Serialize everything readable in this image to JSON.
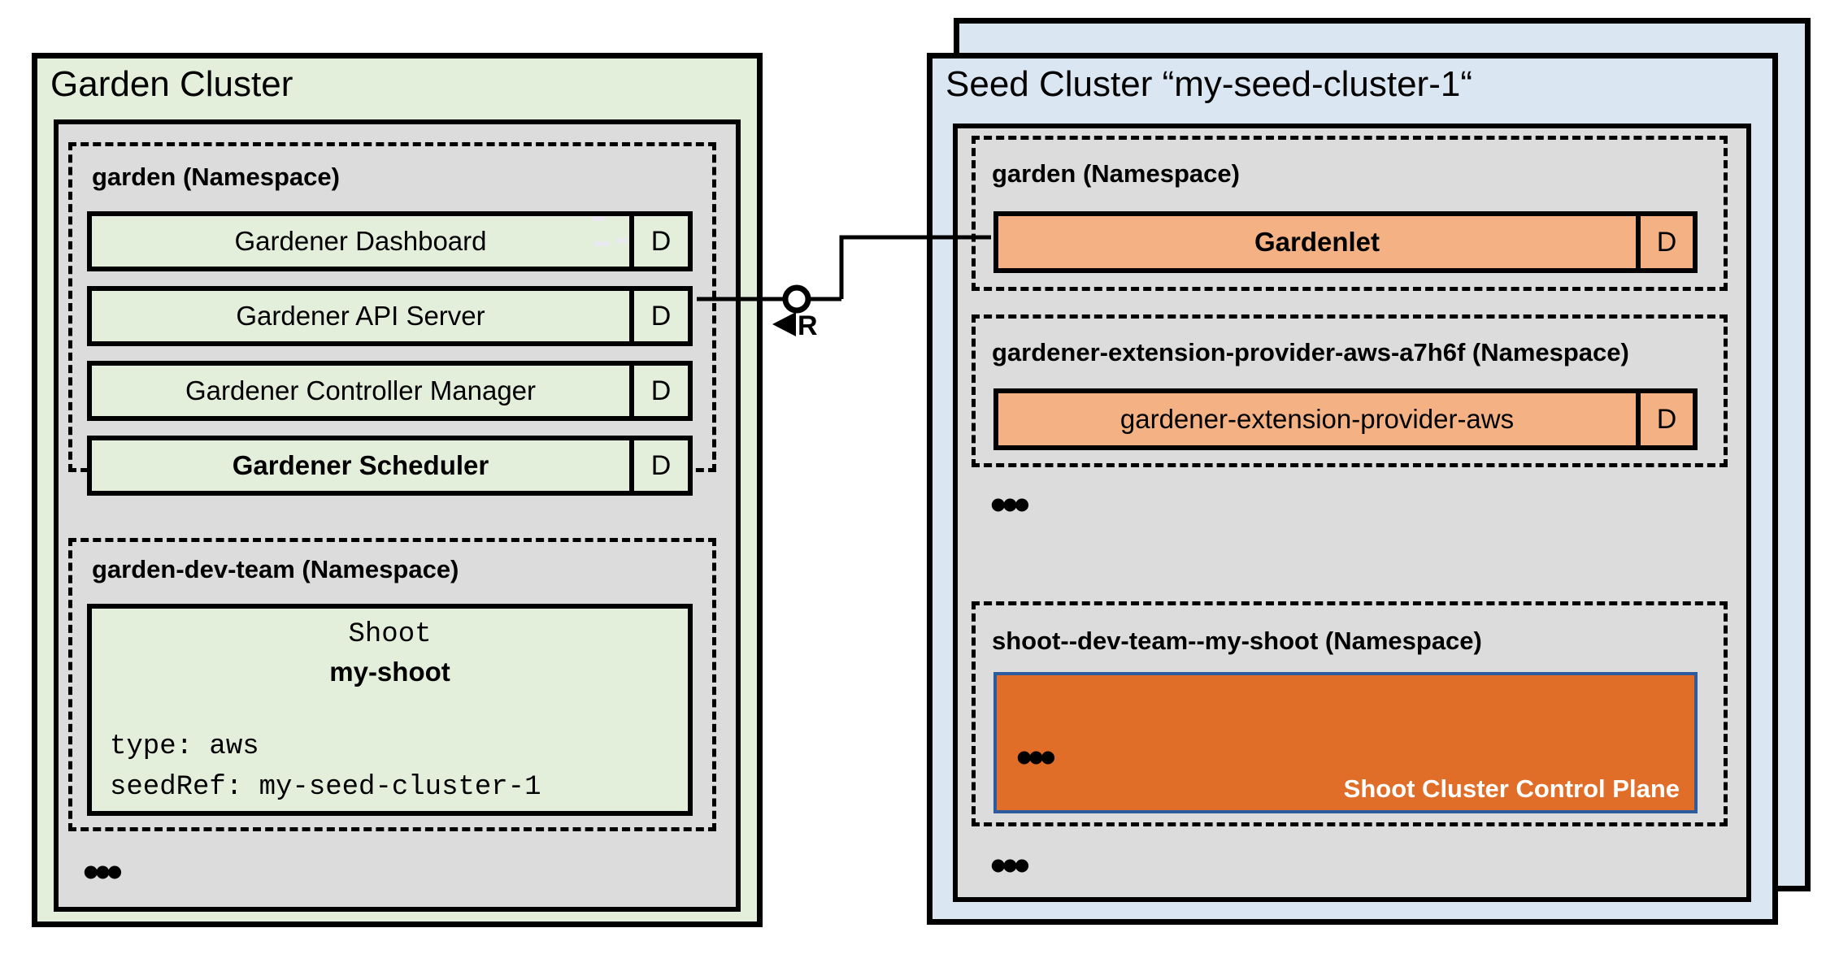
{
  "colors": {
    "cluster_green": "#e3efdb",
    "cluster_blue": "#dbe6f3",
    "namespace_gray": "#dcdcdc",
    "component_green": "#e3efdb",
    "component_orange": "#f4b183",
    "control_plane_orange": "#e06d28",
    "control_plane_border_blue": "#2e5b9e"
  },
  "garden_cluster": {
    "title": "Garden Cluster",
    "garden_namespace": {
      "label": "garden (Namespace)",
      "components": [
        {
          "name": "Gardener Dashboard",
          "badge": "D"
        },
        {
          "name": "Gardener API Server",
          "badge": "D"
        },
        {
          "name": "Gardener Controller Manager",
          "badge": "D"
        },
        {
          "name": "Gardener Scheduler",
          "badge": "D"
        }
      ]
    },
    "dev_namespace": {
      "label": "garden-dev-team (Namespace)",
      "shoot_resource": {
        "kind": "Shoot",
        "name": "my-shoot",
        "spec_line_1": "type: aws",
        "spec_line_2": "seedRef: my-seed-cluster-1"
      }
    },
    "more_indicator": "•••"
  },
  "connector": {
    "reconcile_label": "R"
  },
  "seed_cluster": {
    "title": "Seed Cluster “my-seed-cluster-1“",
    "garden_namespace": {
      "label": "garden (Namespace)",
      "components": [
        {
          "name": "Gardenlet",
          "badge": "D"
        }
      ]
    },
    "extension_namespace": {
      "label": "gardener-extension-provider-aws-a7h6f (Namespace)",
      "components": [
        {
          "name": "gardener-extension-provider-aws",
          "badge": "D"
        }
      ]
    },
    "more_indicator_1": "•••",
    "shoot_namespace": {
      "label": "shoot--dev-team--my-shoot (Namespace)",
      "control_plane": {
        "more_indicator": "•••",
        "label": "Shoot Cluster Control Plane"
      }
    },
    "more_indicator_2": "•••"
  }
}
